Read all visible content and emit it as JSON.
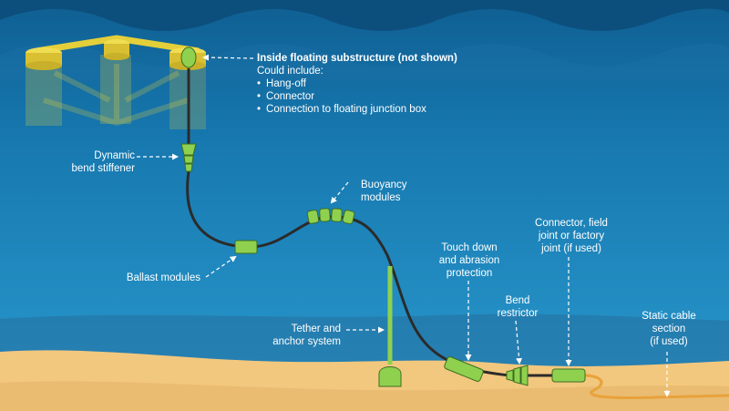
{
  "substructure": {
    "title": "Inside floating substructure (not shown)",
    "intro": "Could include:",
    "items": [
      "Hang-off",
      "Connector",
      "Connection to floating junction box"
    ]
  },
  "labels": {
    "bend_stiffener": [
      "Dynamic",
      "bend stiffener"
    ],
    "buoyancy": [
      "Buoyancy",
      "modules"
    ],
    "ballast": [
      "Ballast modules"
    ],
    "tether": [
      "Tether and",
      "anchor system"
    ],
    "touchdown": [
      "Touch down",
      "and abrasion",
      "protection"
    ],
    "bend_restrictor": [
      "Bend",
      "restrictor"
    ],
    "connector": [
      "Connector, field",
      "joint or factory",
      "joint (if used)"
    ],
    "static_cable": [
      "Static cable",
      "section",
      "(if used)"
    ]
  },
  "colors": {
    "sea_top": "#0f5f92",
    "sea_mid": "#1a84bd",
    "sea_deep": "#2a9ace",
    "sand": "#f2c77e",
    "sand_dark": "#e5b46a",
    "platform_yellow": "#e4cf3a",
    "component_green": "#8fd14f",
    "cable": "#2b2b2b",
    "static_cable": "#e8a23b",
    "label_text": "#ffffff"
  }
}
